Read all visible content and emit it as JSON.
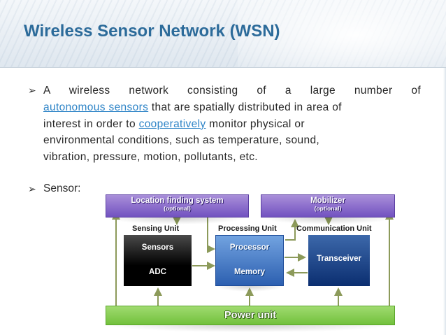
{
  "slide": {
    "title": "Wireless Sensor Network (WSN)",
    "bullet1": {
      "line1": "A wireless network consisting of a large number of",
      "line2_link": "autonomous sensors",
      "line2_rest": " that are spatially distributed in area of",
      "line3_pre": "interest in order to ",
      "line3_link": "cooperatively",
      "line3_rest": " monitor physical or",
      "line4": "environmental conditions, such as temperature, sound,",
      "line5": "vibration, pressure, motion, pollutants, etc."
    },
    "bullet2": "Sensor:",
    "bullet_glyph": "➢"
  },
  "diagram": {
    "location_finding": {
      "title": "Location finding system",
      "sub": "(optional)"
    },
    "mobilizer": {
      "title": "Mobilizer",
      "sub": "(optional)"
    },
    "labels": {
      "sensing_unit": "Sensing Unit",
      "processing_unit": "Processing Unit",
      "communication_unit": "Communication Unit"
    },
    "sensors_box": {
      "top": "Sensors",
      "bottom": "ADC"
    },
    "processor_box": {
      "top": "Processor",
      "bottom": "Memory"
    },
    "transceiver": "Transceiver",
    "power_unit": "Power unit",
    "colors": {
      "title": "#2c6b9a",
      "link": "#2e84c7",
      "purple": "#7252c0",
      "green": "#7ec845",
      "connector": "#8c9a5a"
    }
  }
}
